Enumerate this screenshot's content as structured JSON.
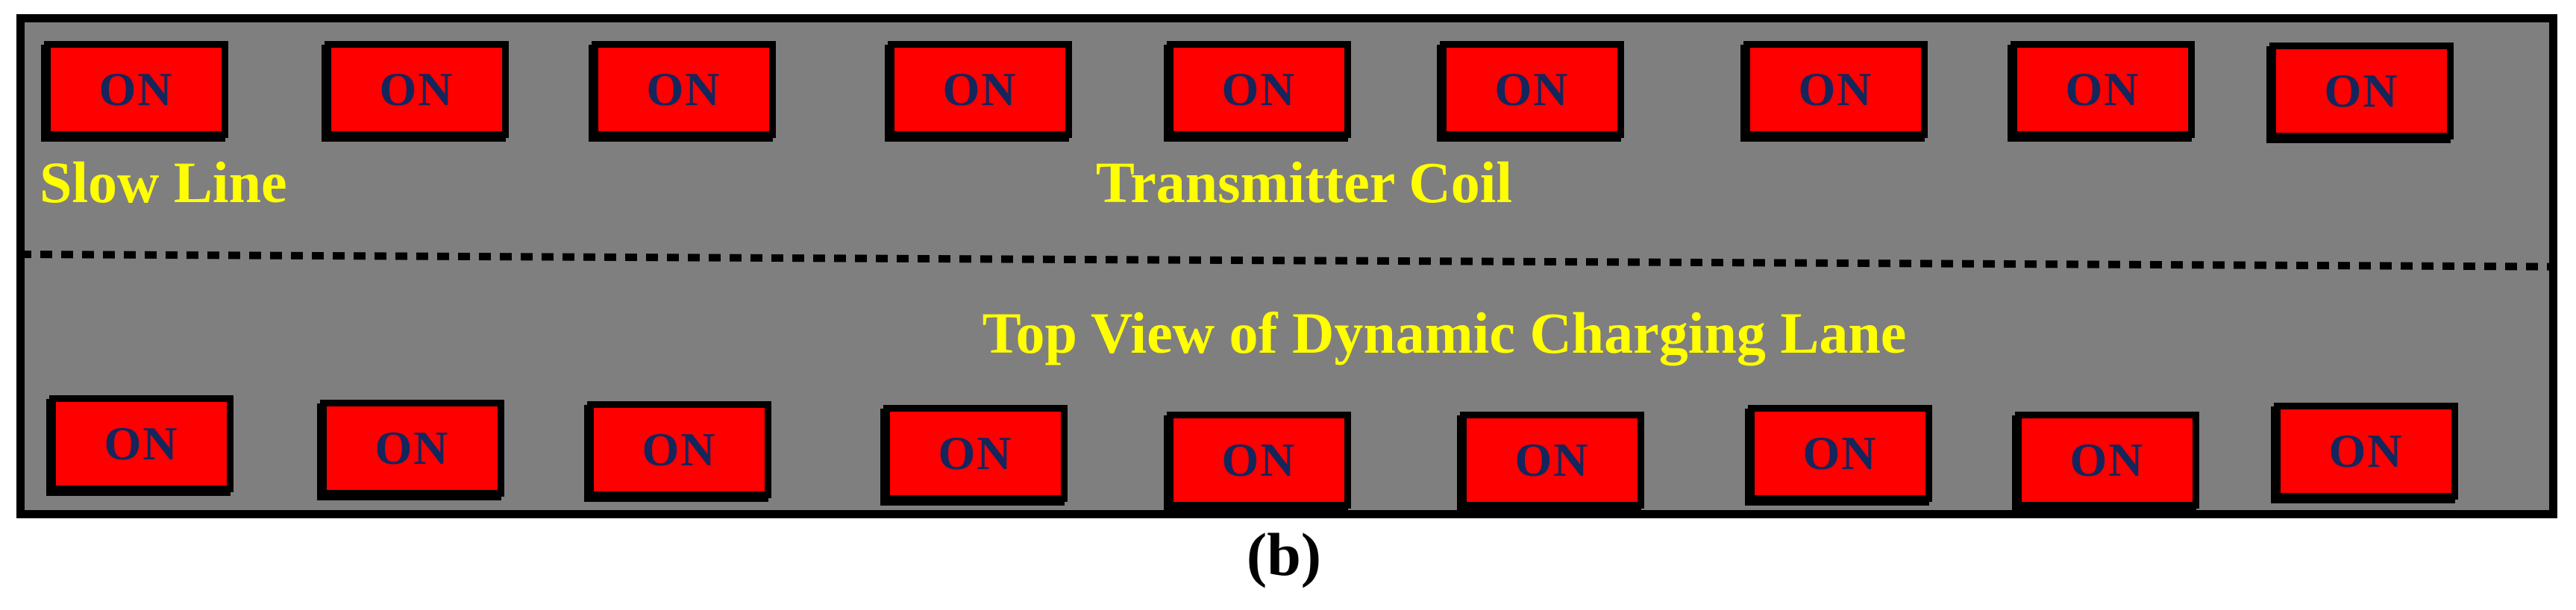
{
  "figure": {
    "caption": "(b)",
    "labels": {
      "slow_line": "Slow Line",
      "transmitter_coil": "Transmitter Coil",
      "lane_title": "Top View of Dynamic Charging Lane"
    },
    "colors": {
      "road_gray": "#7f7f7f",
      "coil_red": "#fe0000",
      "label_yellow": "#ffff00",
      "coil_text_navy": "#14265c",
      "line_black": "#000000"
    },
    "coils": {
      "top_row": [
        {
          "state": "ON"
        },
        {
          "state": "ON"
        },
        {
          "state": "ON"
        },
        {
          "state": "ON"
        },
        {
          "state": "ON"
        },
        {
          "state": "ON"
        },
        {
          "state": "ON"
        },
        {
          "state": "ON"
        },
        {
          "state": "ON"
        }
      ],
      "bottom_row": [
        {
          "state": "ON"
        },
        {
          "state": "ON"
        },
        {
          "state": "ON"
        },
        {
          "state": "ON"
        },
        {
          "state": "ON"
        },
        {
          "state": "ON"
        },
        {
          "state": "ON"
        },
        {
          "state": "ON"
        },
        {
          "state": "ON"
        }
      ]
    }
  }
}
